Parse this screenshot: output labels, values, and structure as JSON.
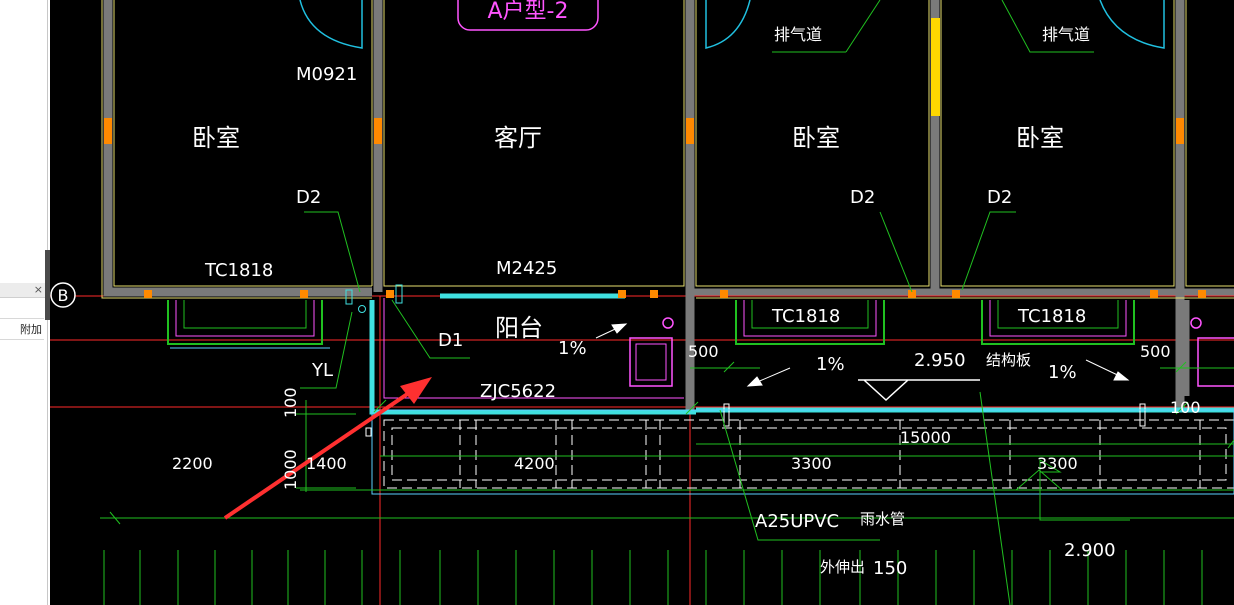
{
  "panel": {
    "close_glyph": "×",
    "column_header": "附加"
  },
  "drawing": {
    "grid_axis": "B",
    "unit_type": "A户型-2",
    "rooms": {
      "bedroom": "卧室",
      "living_room": "客厅",
      "balcony": "阳台"
    },
    "vent_label": "排气道",
    "labels": {
      "door_m0921": "M0921",
      "door_m2425": "M2425",
      "window_tc1818": "TC1818",
      "d2": "D2",
      "d1": "D1",
      "yl": "YL",
      "zjc": "ZJC5622",
      "struct_slab": "结构板",
      "downpipe_size": "A25UPVC",
      "downpipe": "雨水管",
      "extend": "外伸出",
      "extend_val": "150"
    },
    "slopes": [
      "1%",
      "1%",
      "1%"
    ],
    "elevations": [
      "2.950",
      "2.900"
    ],
    "dimensions": {
      "d100": "100",
      "d1000": "1000",
      "d2200": "2200",
      "d1400": "1400",
      "d4200": "4200",
      "d3300": "3300",
      "d500": "500",
      "d15000": "15000"
    }
  }
}
